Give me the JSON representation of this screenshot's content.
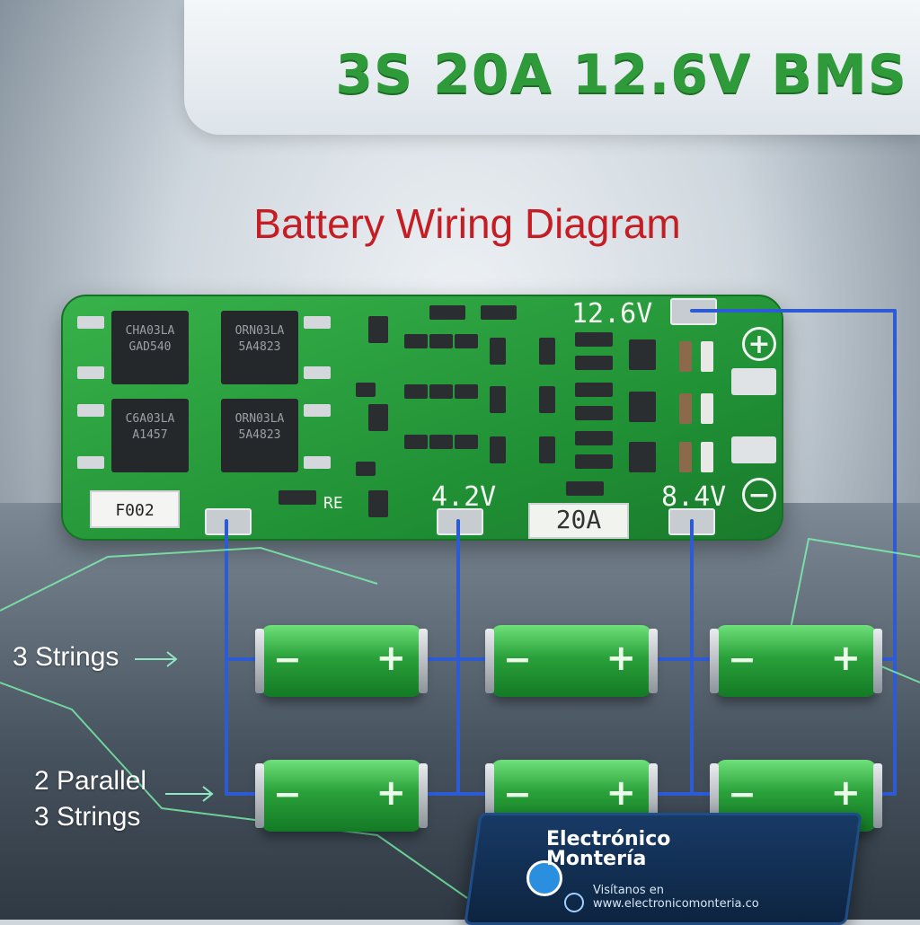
{
  "title": "3S 20A 12.6V BMS",
  "subtitle": "Battery Wiring Diagram",
  "board": {
    "voltage_top": "12.6V",
    "voltage_mid1": "4.2V",
    "voltage_mid2": "8.4V",
    "current": "20A",
    "fuse": "F002",
    "re_label": "RE",
    "positive_symbol": "+",
    "negative_symbol": "−",
    "chips": [
      {
        "line1": "CHA03LA",
        "line2": "GAD540"
      },
      {
        "line1": "ORN03LA",
        "line2": "5A4823"
      },
      {
        "line1": "C6A03LA",
        "line2": "A1457"
      },
      {
        "line1": "ORN03LA",
        "line2": "5A4823"
      }
    ]
  },
  "cells": {
    "minus_symbol": "−",
    "plus_symbol": "+"
  },
  "labels": {
    "three_strings": "3 Strings",
    "parallel_line1": "2 Parallel",
    "parallel_line2": "3 Strings"
  },
  "brand": {
    "name_line1": "Electrónico",
    "name_line2": "Montería",
    "visit_line1": "Visítanos en",
    "visit_line2": "www.electronicomonteria.co"
  },
  "colors": {
    "title": "#2f9a3a",
    "subtitle": "#c41e24",
    "pcb": "#2a9e3d",
    "wire": "#2d5bd6"
  }
}
